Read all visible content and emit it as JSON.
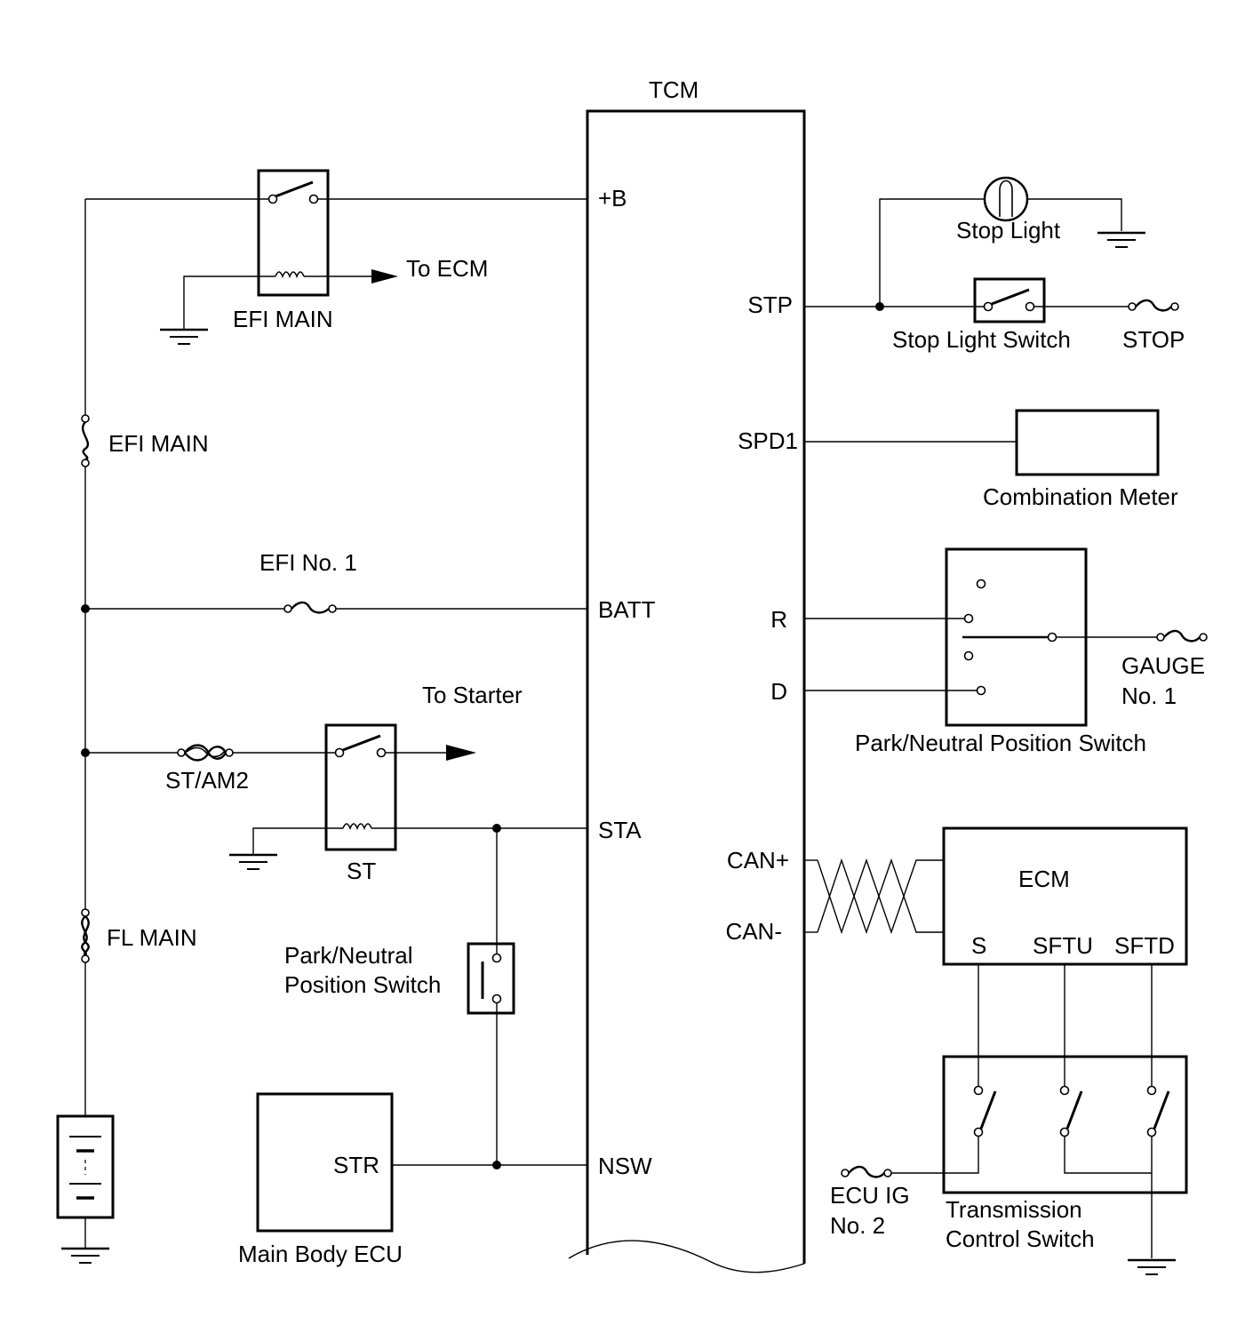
{
  "labels": {
    "tcm": "TCM",
    "pin_b": "+B",
    "pin_batt": "BATT",
    "pin_sta": "STA",
    "pin_nsw": "NSW",
    "pin_stp": "STP",
    "pin_spd1": "SPD1",
    "pin_r": "R",
    "pin_d": "D",
    "pin_can_plus": "CAN+",
    "pin_can_minus": "CAN-",
    "efi_main_relay": "EFI MAIN",
    "to_ecm": "To ECM",
    "efi_main_fuse": "EFI MAIN",
    "efi_no1": "EFI No. 1",
    "to_starter": "To Starter",
    "st_am2": "ST/AM2",
    "st_relay": "ST",
    "fl_main": "FL MAIN",
    "pnp_left_line1": "Park/Neutral",
    "pnp_left_line2": "Position Switch",
    "main_body_ecu": "Main Body ECU",
    "str": "STR",
    "stop_light": "Stop Light",
    "stop_light_switch": "Stop Light Switch",
    "stop_fuse": "STOP",
    "combination_meter": "Combination Meter",
    "pnp_right": "Park/Neutral Position Switch",
    "gauge_line1": "GAUGE",
    "gauge_line2": "No. 1",
    "ecm": "ECM",
    "ecm_s": "S",
    "ecm_sftu": "SFTU",
    "ecm_sftd": "SFTD",
    "ecu_ig_line1": "ECU IG",
    "ecu_ig_line2": "No. 2",
    "tcs_line1": "Transmission",
    "tcs_line2": "Control Switch"
  }
}
